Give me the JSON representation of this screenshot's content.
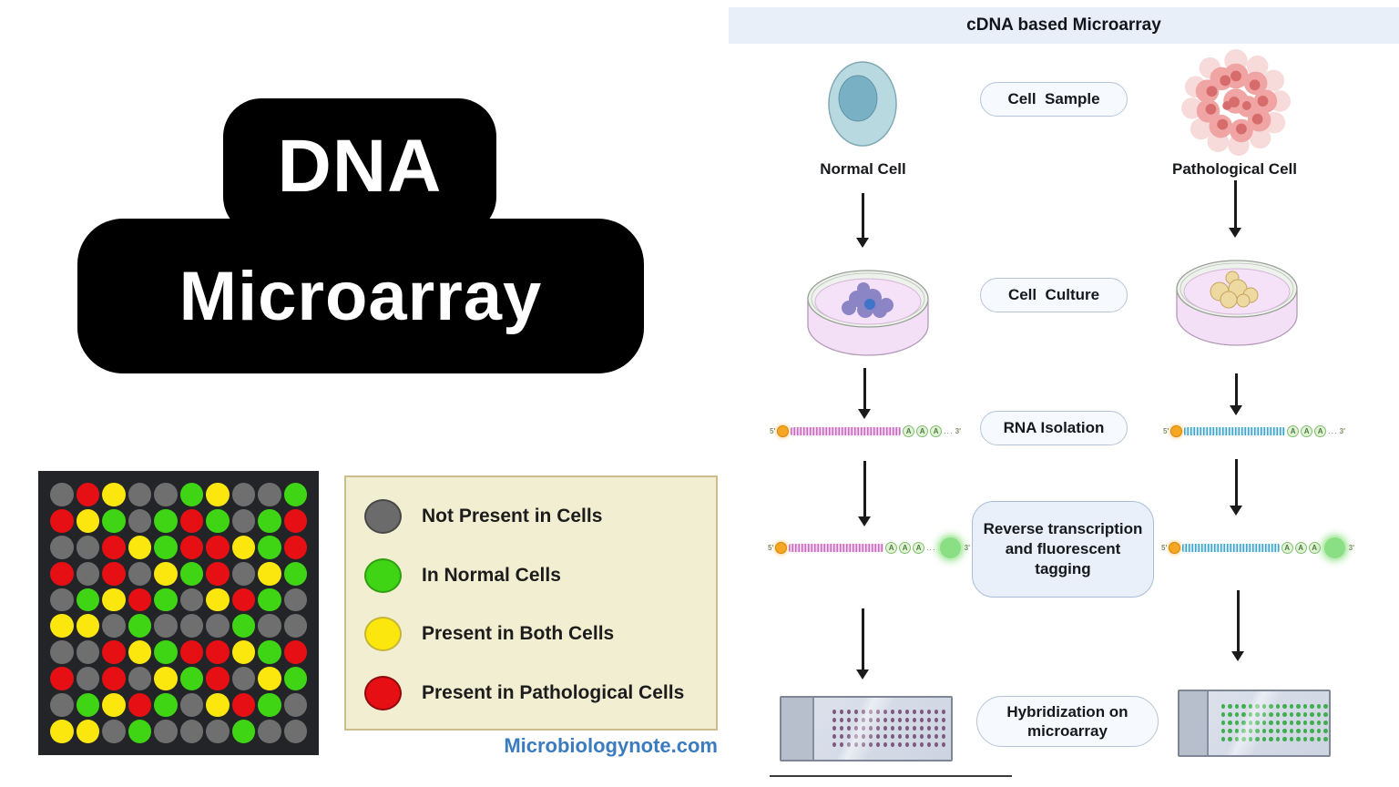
{
  "title_card": {
    "line1": "DNA",
    "line2": "Microarray"
  },
  "array_panel": {
    "grid_rows": [
      "gryggnyggn",
      "ryngnrngnr",
      "ggrynrrynr",
      "rgrgynrgyn",
      "gnyrngyrng",
      "yygngggngg",
      "ggrynrrynr",
      "rgrgynrgyn",
      "gnyrngyrng",
      "yygngggngg"
    ],
    "grid_colors": {
      "g": "#6f6f6f",
      "n": "#3fd414",
      "y": "#fbe70e",
      "r": "#e60f14"
    },
    "legend": {
      "items": [
        {
          "color": "#6b6b6b",
          "border": "#474747",
          "label": "Not Present in Cells"
        },
        {
          "color": "#3fd414",
          "border": "#2f9e10",
          "label": "In Normal Cells"
        },
        {
          "color": "#fbe70e",
          "border": "#c5b637",
          "label": "Present in Both Cells"
        },
        {
          "color": "#e60f14",
          "border": "#8f0a0d",
          "label": "Present in Pathological Cells"
        }
      ]
    },
    "credit": "Microbiologynote.com"
  },
  "flowchart": {
    "title": "cDNA based Microarray",
    "branches": {
      "left": "Normal Cell",
      "right": "Pathological Cell"
    },
    "labels": {
      "cell_sample": "Cell  Sample",
      "cell_culture": "Cell  Culture",
      "rna_isolation": "RNA Isolation",
      "reverse_transcription": "Reverse transcription and fluorescent tagging",
      "hybridization": "Hybridization on microarray"
    },
    "strand": {
      "five_prime": "5'",
      "three_prime": "3'",
      "poly_a": [
        "A",
        "A",
        "A"
      ],
      "ellipsis": "..."
    },
    "slide_dots": {
      "left": "#7d5a80",
      "right": "#3fae4e"
    }
  }
}
